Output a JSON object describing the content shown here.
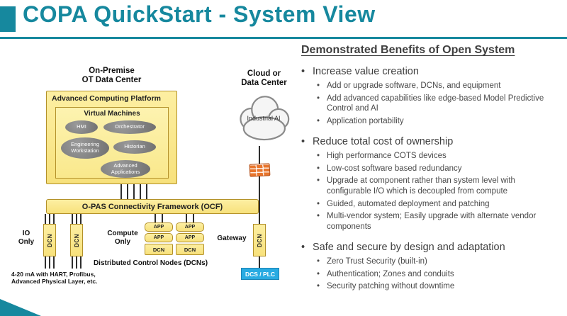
{
  "slide": {
    "title": "COPA QuickStart - System View"
  },
  "colors": {
    "teal": "#16889E",
    "yellow-border": "#B3912A",
    "blue": "#29ABE2",
    "orange": "#E8752C",
    "text-dark": "#3F3F3F",
    "line": "#2E2E2E"
  },
  "diagram": {
    "onprem_line1": "On-Premise",
    "onprem_line2": "OT Data Center",
    "platform_title": "Advanced Computing Platform",
    "vm_title": "Virtual Machines",
    "vms": [
      "HMI",
      "Orchestrator",
      "Engineering Workstation",
      "Historian",
      "Advanced Applications"
    ],
    "ocf_label": "O-PAS Connectivity Framework (OCF)",
    "io_line1": "IO",
    "io_line2": "Only",
    "compute_line1": "Compute",
    "compute_line2": "Only",
    "dcn": "DCN",
    "app": "APP",
    "dcns_label": "Distributed Control Nodes (DCNs)",
    "gateway_label": "Gateway",
    "cloud_line1": "Cloud or",
    "cloud_line2": "Data Center",
    "cloud_text": "Industrial AI",
    "dcs_plc": "DCS / PLC",
    "note_line1": "4-20 mA with HART, Profibus,",
    "note_line2": "Advanced Physical Layer, etc."
  },
  "benefits": {
    "heading": "Demonstrated Benefits of Open System",
    "groups": [
      {
        "title": "Increase value creation",
        "items": [
          "Add or upgrade software, DCNs, and equipment",
          "Add advanced capabilities like edge-based Model Predictive Control and AI",
          "Application portability"
        ]
      },
      {
        "title": "Reduce total cost of ownership",
        "items": [
          "High performance COTS devices",
          "Low-cost software based redundancy",
          "Upgrade at component rather than system level with configurable I/O which is decoupled from compute",
          "Guided, automated deployment and patching",
          "Multi-vendor system; Easily upgrade with alternate vendor components"
        ]
      },
      {
        "title": "Safe and secure by design and adaptation",
        "items": [
          "Zero Trust Security (built-in)",
          "Authentication; Zones and conduits",
          "Security patching without downtime"
        ]
      }
    ]
  }
}
